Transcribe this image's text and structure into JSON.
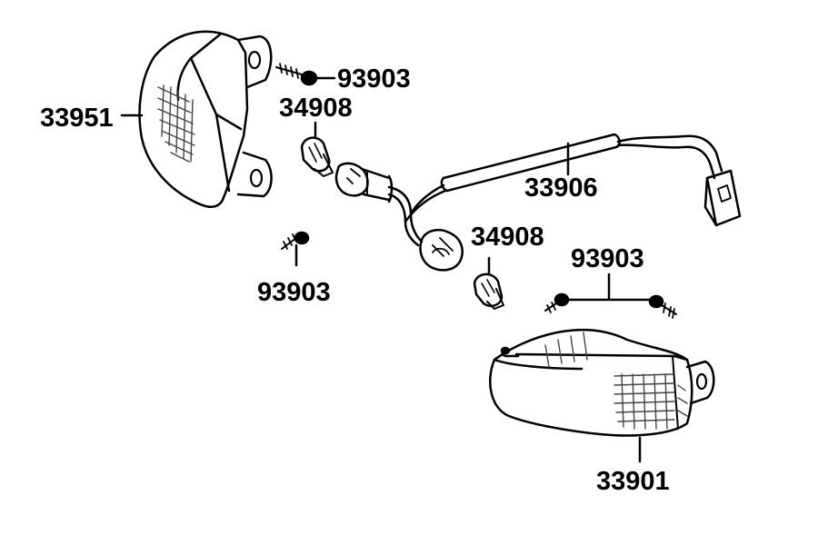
{
  "diagram": {
    "colors": {
      "line": "#000000",
      "background": "#ffffff",
      "hatch": "#444444"
    },
    "labels": {
      "lens_left": "33951",
      "screw_top_left": "93903",
      "bulb_left": "34908",
      "harness": "33906",
      "bulb_right": "34908",
      "screws_right": "93903",
      "screw_bottom_left": "93903",
      "lens_right": "33901"
    },
    "parts": [
      {
        "number": "33951",
        "name": "left-turn-signal-lens"
      },
      {
        "number": "93903",
        "name": "tapping-screw"
      },
      {
        "number": "34908",
        "name": "wedge-bulb"
      },
      {
        "number": "33906",
        "name": "socket-wire-harness"
      },
      {
        "number": "33901",
        "name": "right-turn-signal-lens"
      }
    ]
  }
}
